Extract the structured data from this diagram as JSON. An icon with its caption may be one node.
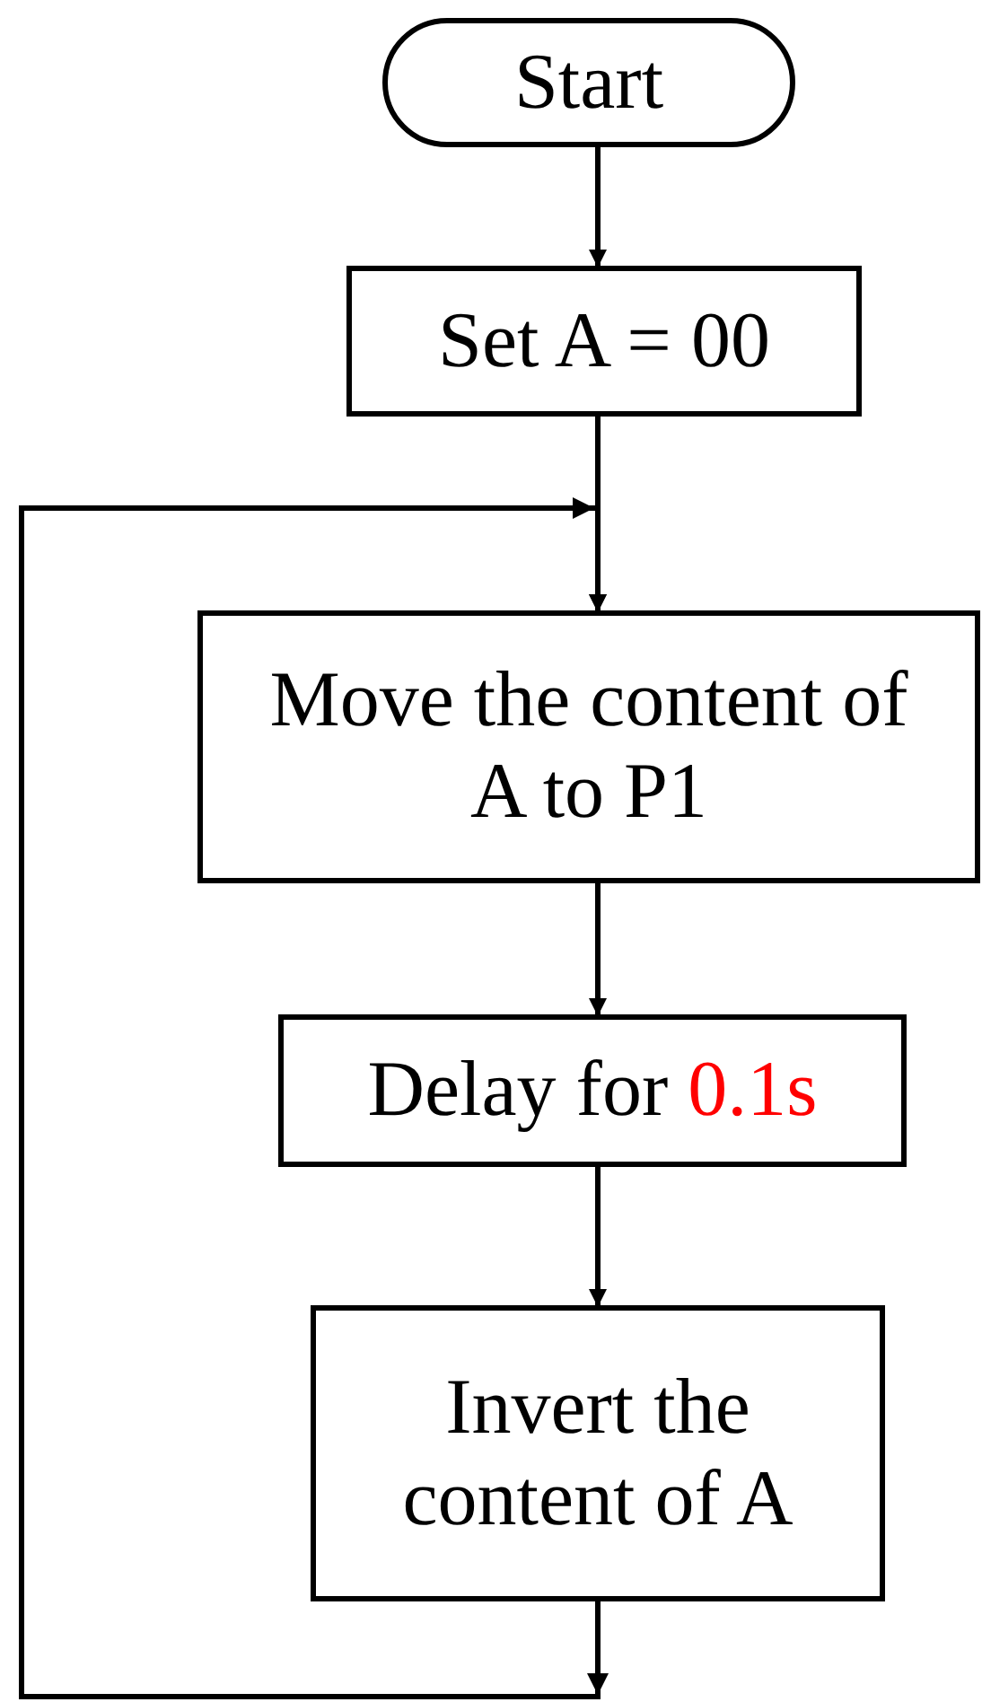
{
  "diagram": {
    "nodes": [
      {
        "text": [
          "Start"
        ]
      },
      {
        "text": [
          "Set A = 00"
        ]
      },
      {
        "text": [
          "Move the content of A to P1"
        ]
      },
      {
        "text": [
          "Delay for",
          "0.1s"
        ]
      },
      {
        "text": [
          "Invert the content of A"
        ]
      }
    ],
    "edges": [
      {
        "from": 0,
        "to": 1,
        "arrow": "to"
      },
      {
        "from": 1,
        "to": 2,
        "arrow": "to"
      },
      {
        "from": 2,
        "to": 3,
        "arrow": "to"
      },
      {
        "from": 3,
        "to": 4,
        "arrow": "to"
      },
      {
        "from": 4,
        "to": 2,
        "arrow": "to"
      }
    ]
  }
}
